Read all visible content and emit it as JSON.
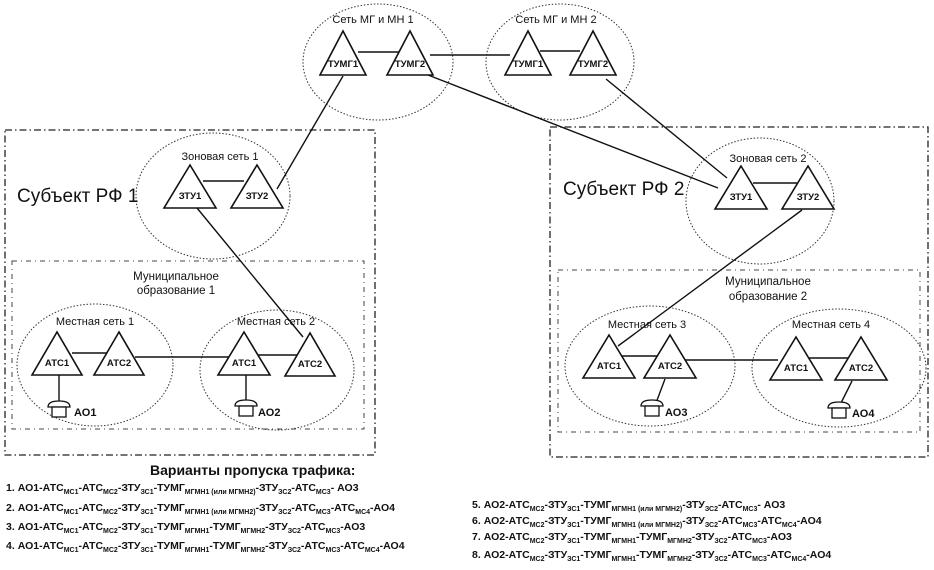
{
  "diagram": {
    "intercity_networks": [
      {
        "label": "Сеть МГ и МН 1",
        "nodes": [
          "ТУМГ1",
          "ТУМГ2"
        ]
      },
      {
        "label": "Сеть МГ и МН 2",
        "nodes": [
          "ТУМГ1",
          "ТУМГ2"
        ]
      }
    ],
    "regions": [
      {
        "label": "Субъект РФ 1",
        "zone": {
          "label": "Зоновая сеть 1",
          "nodes": [
            "ЗТУ1",
            "ЗТУ2"
          ]
        },
        "municipality": {
          "label_line1": "Муниципальное",
          "label_line2": "образование 1",
          "local_networks": [
            {
              "label": "Местная сеть 1",
              "nodes": [
                "АТС1",
                "АТС2"
              ],
              "subscriber": "АО1"
            },
            {
              "label": "Местная сеть 2",
              "nodes": [
                "АТС1",
                "АТС2"
              ],
              "subscriber": "АО2"
            }
          ]
        }
      },
      {
        "label": "Субъект РФ 2",
        "zone": {
          "label": "Зоновая сеть 2",
          "nodes": [
            "ЗТУ1",
            "ЗТУ2"
          ]
        },
        "municipality": {
          "label_line1": "Муниципальное",
          "label_line2": "образование 2",
          "local_networks": [
            {
              "label": "Местная сеть 3",
              "nodes": [
                "АТС1",
                "АТС2"
              ],
              "subscriber": "АО3"
            },
            {
              "label": "Местная сеть 4",
              "nodes": [
                "АТС1",
                "АТС2"
              ],
              "subscriber": "АО4"
            }
          ]
        }
      }
    ]
  },
  "variants": {
    "title": "Варианты пропуска трафика:",
    "routes": [
      {
        "num": "1.",
        "parts": [
          [
            "АО1-АТС",
            "МС1"
          ],
          [
            "-АТС",
            "МС2"
          ],
          [
            "-ЗТУ",
            "ЗС1"
          ],
          [
            "-ТУМГ",
            "МГМН1 (или МГМН2)"
          ],
          [
            "-ЗТУ",
            "ЗС2"
          ],
          [
            "-АТС",
            "МС3"
          ],
          [
            "- АО3",
            ""
          ]
        ]
      },
      {
        "num": "2.",
        "parts": [
          [
            "АО1-АТС",
            "МС1"
          ],
          [
            "-АТС",
            "МС2"
          ],
          [
            "-ЗТУ",
            "ЗС1"
          ],
          [
            "-ТУМГ",
            "МГМН1 (или МГМН2)"
          ],
          [
            "-ЗТУ",
            "ЗС2"
          ],
          [
            "-АТС",
            "МС3"
          ],
          [
            "-АТС",
            "МС4"
          ],
          [
            "-АО4",
            ""
          ]
        ]
      },
      {
        "num": "3.",
        "parts": [
          [
            "АО1-АТС",
            "МС1"
          ],
          [
            "-АТС",
            "МС2"
          ],
          [
            "-ЗТУ",
            "ЗС1"
          ],
          [
            "-ТУМГ",
            "МГМН1"
          ],
          [
            "-ТУМГ",
            "МГМН2"
          ],
          [
            "-ЗТУ",
            "ЗС2"
          ],
          [
            "-АТС",
            "МС3"
          ],
          [
            "-АО3",
            ""
          ]
        ]
      },
      {
        "num": "4.",
        "parts": [
          [
            "АО1-АТС",
            "МС1"
          ],
          [
            "-АТС",
            "МС2"
          ],
          [
            "-ЗТУ",
            "ЗС1"
          ],
          [
            "-ТУМГ",
            "МГМН1"
          ],
          [
            "-ТУМГ",
            "МГМН2"
          ],
          [
            "-ЗТУ",
            "ЗС2"
          ],
          [
            "-АТС",
            "МС3"
          ],
          [
            "-АТС",
            "МС4"
          ],
          [
            "-АО4",
            ""
          ]
        ]
      },
      {
        "num": "5.",
        "parts": [
          [
            "АО2-АТС",
            "МС2"
          ],
          [
            "-ЗТУ",
            "ЗС1"
          ],
          [
            "-ТУМГ",
            "МГМН1 (или МГМН2)"
          ],
          [
            "-ЗТУ",
            "ЗС2"
          ],
          [
            "-АТС",
            "МС3"
          ],
          [
            "- АО3",
            ""
          ]
        ]
      },
      {
        "num": "6.",
        "parts": [
          [
            "АО2-АТС",
            "МС2"
          ],
          [
            "-ЗТУ",
            "ЗС1"
          ],
          [
            "-ТУМГ",
            "МГМН1 (или МГМН2)"
          ],
          [
            "-ЗТУ",
            "ЗС2"
          ],
          [
            "-АТС",
            "МС3"
          ],
          [
            "-АТС",
            "МС4"
          ],
          [
            "-АО4",
            ""
          ]
        ]
      },
      {
        "num": "7.",
        "parts": [
          [
            "АО2-АТС",
            "МС2"
          ],
          [
            "-ЗТУ",
            "ЗС1"
          ],
          [
            "-ТУМГ",
            "МГМН1"
          ],
          [
            "-ТУМГ",
            "МГМН2"
          ],
          [
            "-ЗТУ",
            "ЗС2"
          ],
          [
            "-АТС",
            "МС3"
          ],
          [
            "-АО3",
            ""
          ]
        ]
      },
      {
        "num": "8.",
        "parts": [
          [
            "АО2-АТС",
            "МС2"
          ],
          [
            "-ЗТУ",
            "ЗС1"
          ],
          [
            "-ТУМГ",
            "МГМН1"
          ],
          [
            "-ТУМГ",
            "МГМН2"
          ],
          [
            "-ЗТУ",
            "ЗС2"
          ],
          [
            "-АТС",
            "МС3"
          ],
          [
            "-АТС",
            "МС4"
          ],
          [
            "-АО4",
            ""
          ]
        ]
      }
    ]
  }
}
